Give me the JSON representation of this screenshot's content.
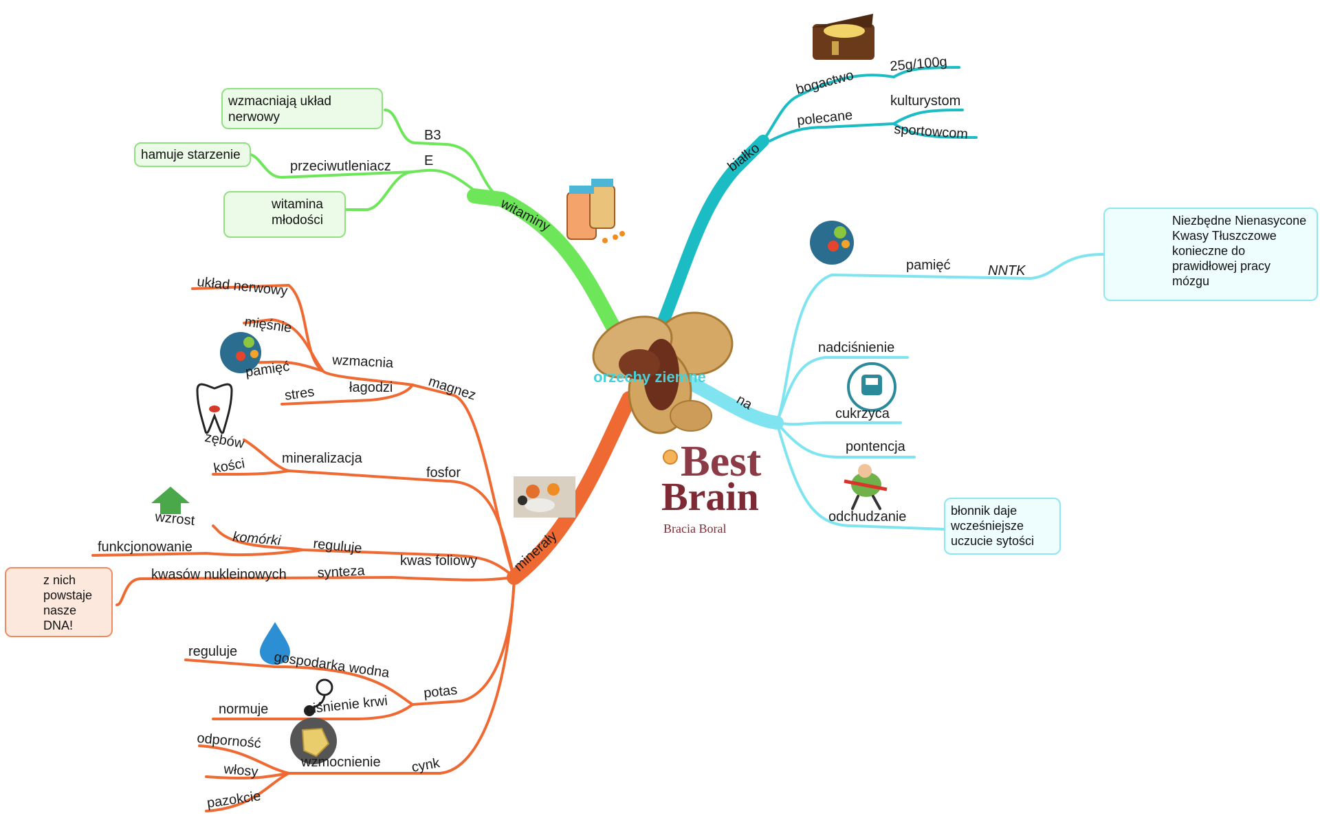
{
  "center": {
    "title": "orzechy ziemne"
  },
  "colors": {
    "green": "#6ee65a",
    "teal": "#1bbcc4",
    "cyan": "#7fe4ef",
    "orange": "#ef6a33"
  },
  "logo": {
    "line1": "Best",
    "line2": "Brain",
    "sub": "Bracia Boral"
  },
  "branches": {
    "witaminy": {
      "label": "witaminy",
      "b3": "B3",
      "e": "E",
      "przeciwutleniacz": "przeciwutleniacz",
      "box_nerwowy": "wzmacniają układ nerwowy",
      "box_starzenie": "hamuje starzenie",
      "box_mlodosci": "witamina młodości"
    },
    "bialko": {
      "label": "białko",
      "bogactwo": "bogactwo",
      "g100": "25g/100g",
      "polecane": "polecane",
      "kulturystom": "kulturystom",
      "sportowcom": "sportowcom"
    },
    "na": {
      "label": "na",
      "pamiec": "pamięć",
      "nntk": "NNTK",
      "box_nntk": "Niezbędne Nienasycone Kwasy Tłuszczowe konieczne do prawidłowej pracy mózgu",
      "nadcisnienie": "nadciśnienie",
      "cukrzyca": "cukrzyca",
      "pontencja": "pontencja",
      "odchudzanie": "odchudzanie",
      "box_blonnik": "błonnik daje wcześniejsze uczucie sytości"
    },
    "mineraly": {
      "label": "minerały",
      "magnez": "magnez",
      "wzmacnia": "wzmacnia",
      "uklad_nerwowy": "układ nerwowy",
      "miesnie": "mięśnie",
      "pamiec": "pamięć",
      "lagodzi": "łagodzi",
      "stres": "stres",
      "fosfor": "fosfor",
      "mineralizacja": "mineralizacja",
      "zebow": "zębów",
      "kosci": "kości",
      "kwas_foliowy": "kwas foliowy",
      "reguluje": "reguluje",
      "komorki": "komórki",
      "wzrost": "wzrost",
      "funkcjonowanie": "funkcjonowanie",
      "synteza": "synteza",
      "kwasow": "kwasów nukleinowych",
      "box_dna": "z nich powstaje nasze DNA!",
      "potas": "potas",
      "gospodarka": "gospodarka wodna",
      "reguluje2": "reguluje",
      "cisnienie": "ciśnienie krwi",
      "normuje": "normuje",
      "cynk": "cynk",
      "wzmocnienie": "wzmocnienie",
      "odpornosc": "odporność",
      "wlosy": "włosy",
      "pazokcie": "pazokcie"
    }
  }
}
